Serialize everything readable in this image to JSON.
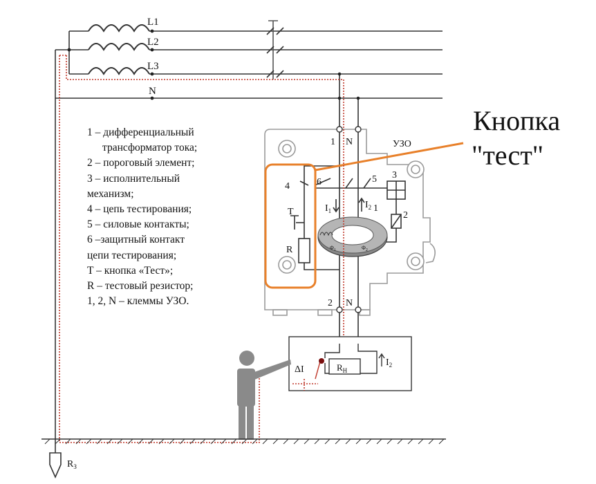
{
  "lines": {
    "l1": "L1",
    "l2": "L2",
    "l3": "L3",
    "n": "N"
  },
  "device": {
    "label": "УЗО",
    "terminal_1": "1",
    "terminal_n_top": "N",
    "terminal_2": "2",
    "terminal_n_bottom": "N",
    "num_3": "3",
    "num_4": "4",
    "num_5": "5",
    "num_6": "6",
    "num_1": "1",
    "num_2": "2",
    "t": "T",
    "r": "R",
    "i1": "I",
    "i1_sub": "1",
    "i2": "I",
    "i2_sub": "2",
    "phi1": "Φ",
    "phi1_sub": "1",
    "phi2": "Φ",
    "phi2_sub": "2"
  },
  "load": {
    "delta_i": "ΔI",
    "rn": "R",
    "rn_sub": "Н",
    "i2": "I",
    "i2_sub": "2"
  },
  "ground": {
    "r3": "R",
    "r3_sub": "З"
  },
  "legend": [
    {
      "text": "1 – дифференциальный",
      "indent": false
    },
    {
      "text": "трансформатор тока;",
      "indent": true
    },
    {
      "text": "2 – пороговый элемент;",
      "indent": false
    },
    {
      "text": "3 – исполнительный",
      "indent": false
    },
    {
      "text": "механизм;",
      "indent": false
    },
    {
      "text": "4 – цепь тестирования;",
      "indent": false
    },
    {
      "text": "5 – силовые контакты;",
      "indent": false
    },
    {
      "text": "6 –защитный контакт",
      "indent": false
    },
    {
      "text": "цепи тестирования;",
      "indent": false
    },
    {
      "text": "T – кнопка «Тест»;",
      "indent": false
    },
    {
      "text": "R – тестовый резистор;",
      "indent": false
    },
    {
      "text": "1, 2, N – клеммы УЗО.",
      "indent": false
    }
  ],
  "callout": {
    "line1": "Кнопка",
    "line2": "\"тест\""
  },
  "colors": {
    "wire": "#333333",
    "leak_path": "#c0392b",
    "highlight": "#e8802a",
    "device_outline": "#9a9a9a",
    "person": "#8a8a8a",
    "coil": "#222222"
  }
}
